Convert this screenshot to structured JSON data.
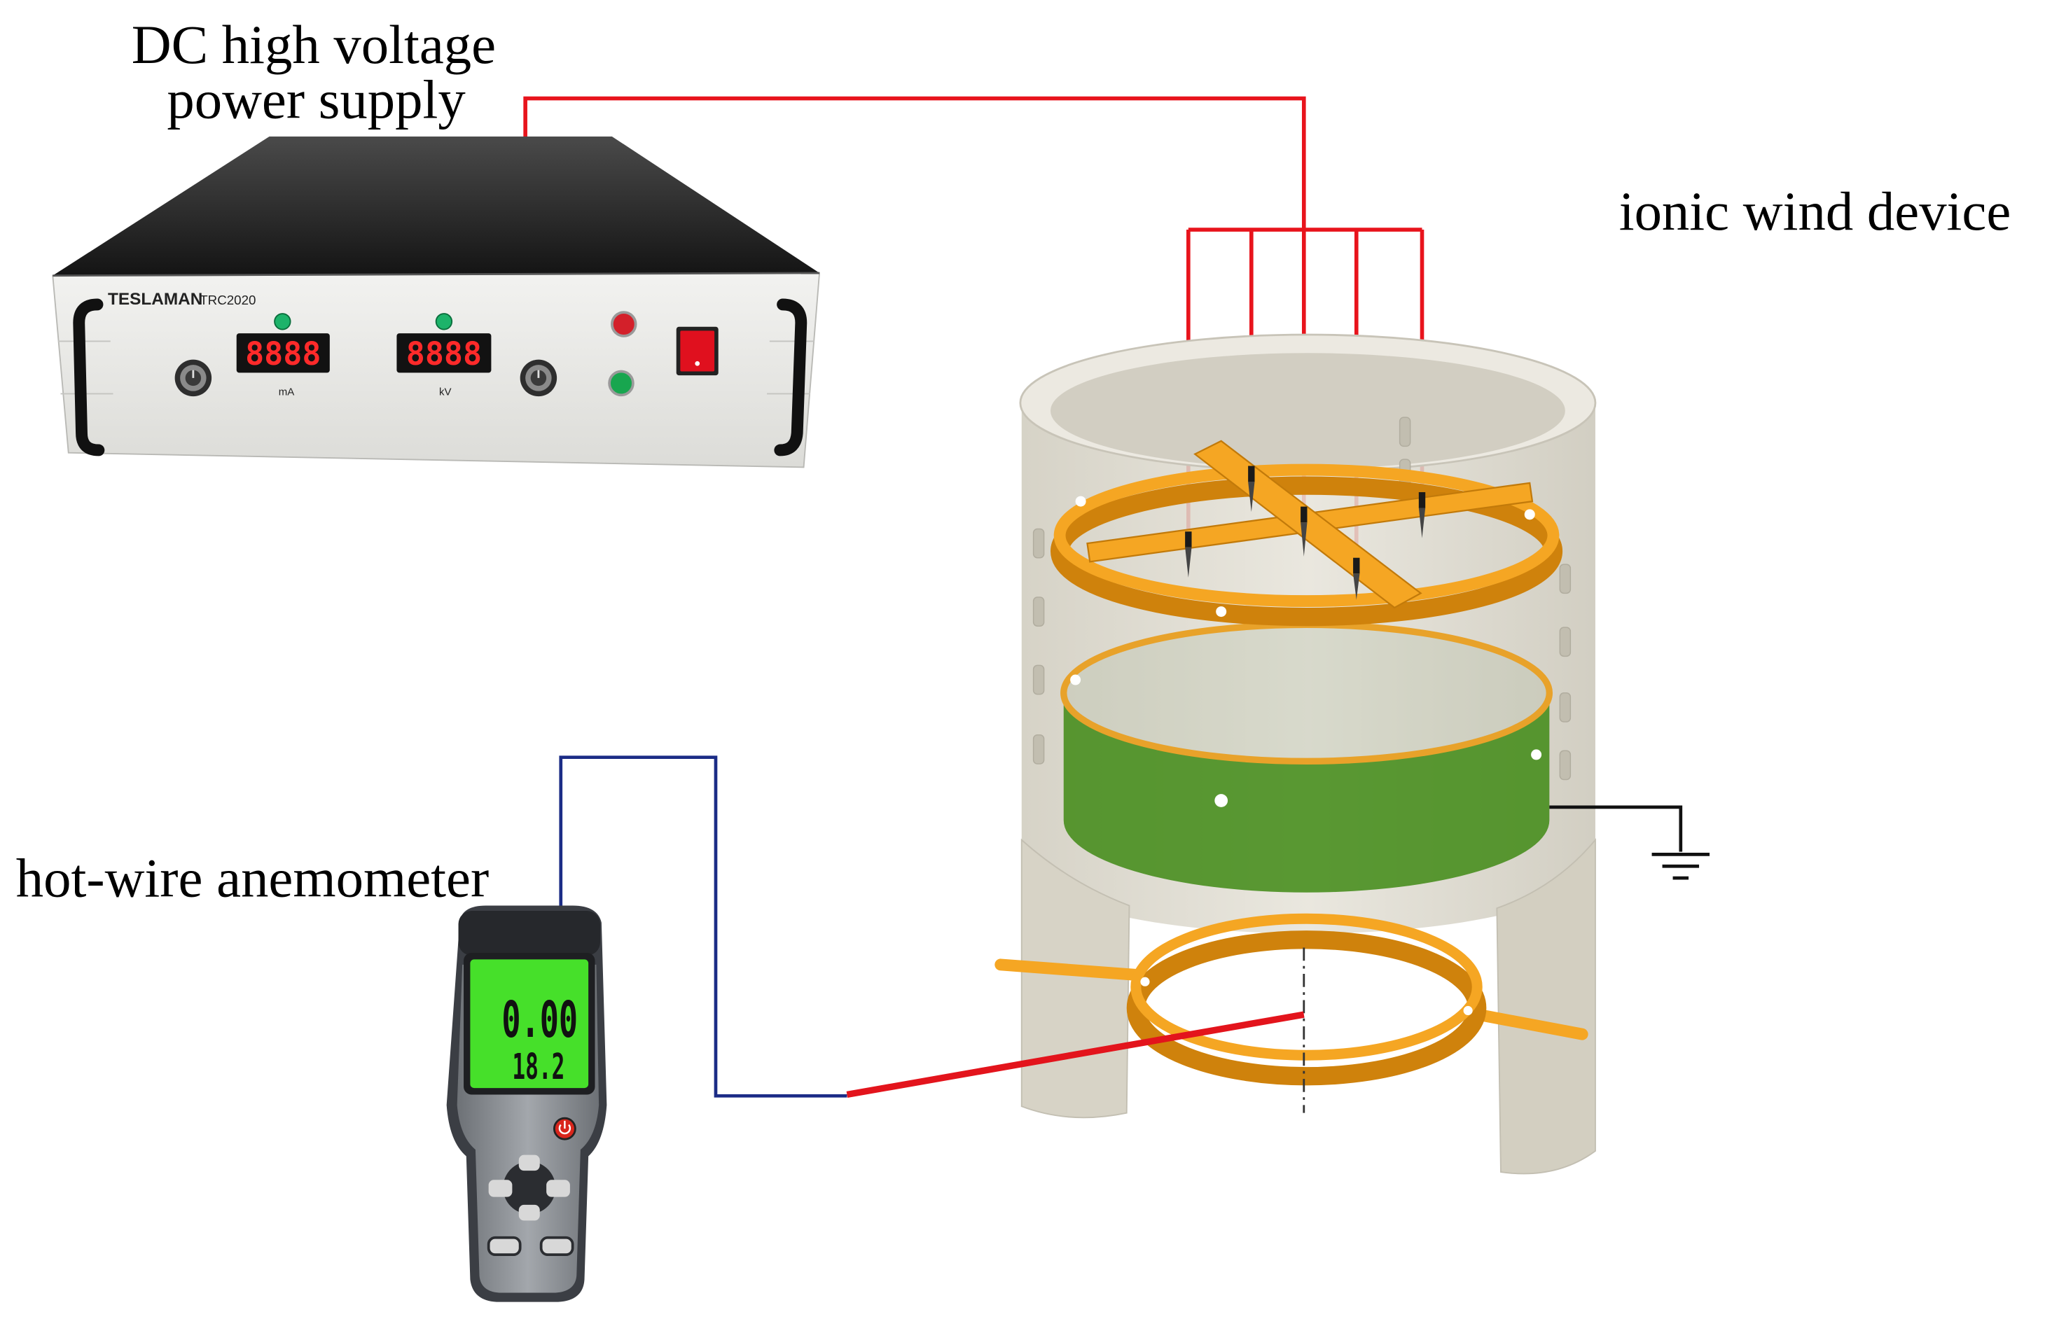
{
  "labels": {
    "power_supply_line1": "DC high voltage",
    "power_supply_line2": "power supply",
    "ionic_wind_device": "ionic wind device",
    "anemometer": "hot-wire anemometer"
  },
  "power_supply": {
    "brand": "TESLAMAN",
    "model": "TRC2020",
    "current_display": "8888",
    "current_unit": "mA",
    "voltage_display": "8888",
    "voltage_unit": "kV"
  },
  "anemometer_device": {
    "velocity_reading": "0.00",
    "temperature_reading": "18.2"
  },
  "colors": {
    "hv_wire": "#e8141c",
    "signal_wire": "#1b2c86",
    "ground_wire": "#111111",
    "emitter_frame": "#f5a623",
    "collector": "#3f8a14",
    "probe": "#e3141c",
    "lcd": "#46e02a",
    "display_digits": "#ff2a2a"
  }
}
